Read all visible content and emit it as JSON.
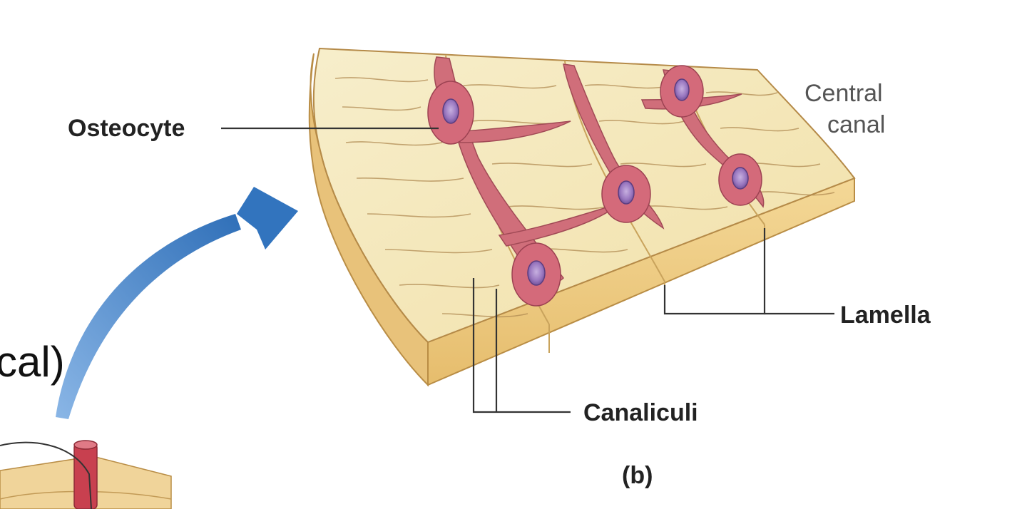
{
  "labels": {
    "osteocyte": "Osteocyte",
    "central_canal_line1": "Central",
    "central_canal_line2": "canal",
    "lamella": "Lamella",
    "canaliculi": "Canaliculi",
    "panel": "(b)",
    "partial_text": "cal)"
  },
  "colors": {
    "matrix_top": "#f6ebc2",
    "matrix_side": "#efcf88",
    "matrix_edge": "#c9a35c",
    "cell_network": "#cf6b78",
    "nucleus": "#8e6bb0",
    "arrow": "#3f7ec4",
    "leader_lines": "#333333"
  },
  "icons": [
    "curved-arrow-icon"
  ]
}
